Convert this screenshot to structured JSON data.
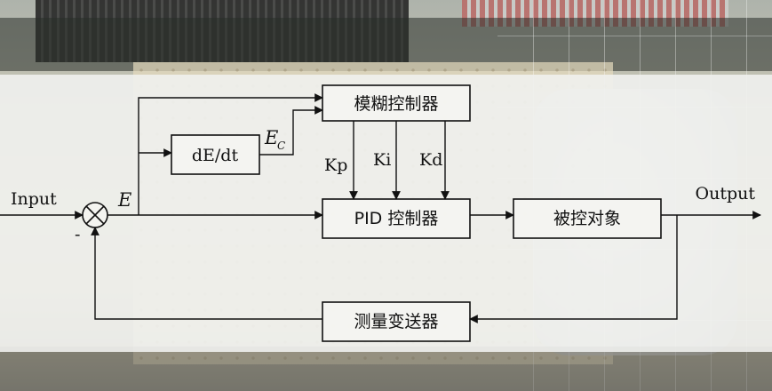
{
  "blocks": {
    "fuzzy_controller": "模糊控制器",
    "pid_controller": "PID 控制器",
    "plant": "被控对象",
    "sensor": "测量变送器",
    "derivative": "dE/dt"
  },
  "signals": {
    "input": "Input",
    "output": "Output",
    "error": "E",
    "error_rate_main": "E",
    "error_rate_sub": "C",
    "minus_sign": "-",
    "kp": "Kp",
    "ki": "Ki",
    "kd": "Kd"
  }
}
